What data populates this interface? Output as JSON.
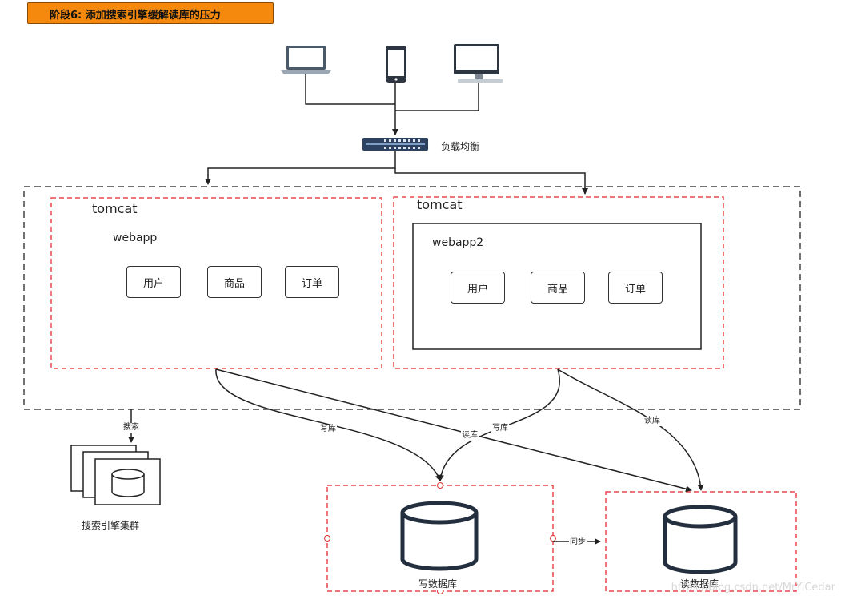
{
  "title": "阶段6: 添加搜索引擎缓解读库的压力",
  "load_balancer_label": "负载均衡",
  "tomcat_left": {
    "label": "tomcat",
    "webapp_label": "webapp",
    "modules": [
      "用户",
      "商品",
      "订单"
    ]
  },
  "tomcat_right": {
    "label": "tomcat",
    "webapp_label": "webapp2",
    "modules": [
      "用户",
      "商品",
      "订单"
    ]
  },
  "edges": {
    "search": "搜索",
    "write_left": "写库",
    "read_left": "读库",
    "write_right": "写库",
    "read_right": "读库",
    "sync": "同步"
  },
  "search_cluster_label": "搜索引擎集群",
  "write_db_label": "写数据库",
  "read_db_label": "读数据库",
  "watermark": "https://blog.csdn.net/MrYiCedar",
  "icons": [
    "laptop-icon",
    "smartphone-icon",
    "desktop-icon",
    "switch-icon",
    "database-icon"
  ],
  "colors": {
    "title_bg": "#f5890e",
    "dashed_red": "#e8494f",
    "db_dark": "#232f3e"
  }
}
